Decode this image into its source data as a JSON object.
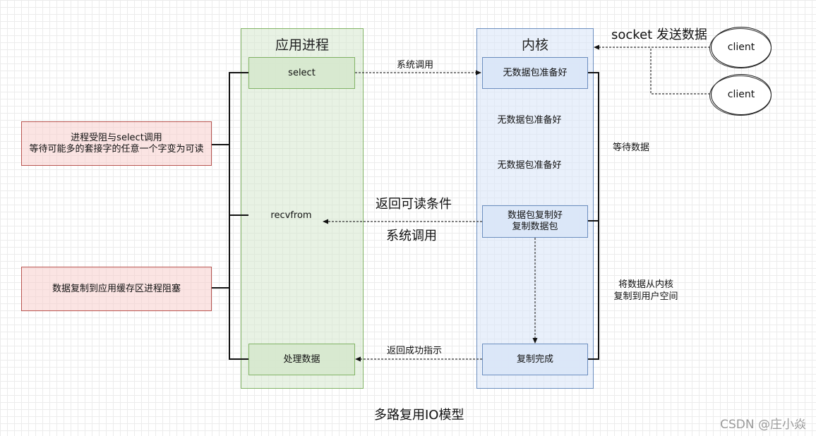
{
  "app_panel": {
    "title": "应用进程"
  },
  "kernel_panel": {
    "title": "内核"
  },
  "app_boxes": {
    "select": "select",
    "recvfrom": "recvfrom",
    "process": "处理数据"
  },
  "kernel_boxes": {
    "not_ready_1": "无数据包准备好",
    "not_ready_2": "无数据包准备好",
    "not_ready_3": "无数据包准备好",
    "ready_line1": "数据包复制好",
    "ready_line2": "复制数据包",
    "copy_done": "复制完成"
  },
  "arrows": {
    "syscall_top": "系统调用",
    "return_readable": "返回可读条件",
    "syscall_mid": "系统调用",
    "return_success": "返回成功指示",
    "socket_send": "socket 发送数据"
  },
  "notes": {
    "blocked_line1": "进程受阻与select调用",
    "blocked_line2": "等待可能多的套接字的任意一个字变为可读",
    "copy_blocked": "数据复制到应用缓存区进程阻塞",
    "wait_data": "等待数据",
    "copy_to_user_line1": "将数据从内核",
    "copy_to_user_line2": "复制到用户空间"
  },
  "clients": [
    "client",
    "client"
  ],
  "caption": "多路复用IO模型",
  "watermark": "CSDN @庄小焱",
  "colors": {
    "app_fill": "#d5e8d4",
    "app_stroke": "#82b366",
    "kernel_fill": "#dae8fc",
    "kernel_stroke": "#6c8ebf",
    "note_fill": "#f8cecc",
    "note_stroke": "#b85450"
  }
}
